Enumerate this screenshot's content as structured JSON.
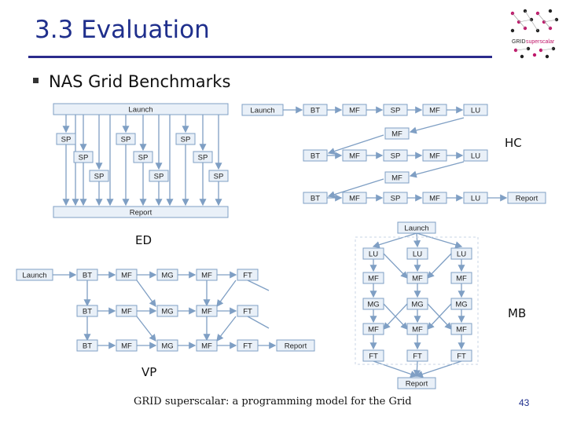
{
  "slide": {
    "title": "3.3 Evaluation",
    "bullet": "NAS Grid Benchmarks",
    "footer": "GRID superscalar: a programming model for the Grid",
    "page_number": "43"
  },
  "logo": {
    "text_a": "GRID",
    "text_b": "superscalar",
    "accent": "#c0186b"
  },
  "labels": {
    "hc": "HC",
    "ed": "ED",
    "mb": "MB",
    "vp": "VP"
  },
  "nodes": {
    "launch": "Launch",
    "report": "Report",
    "sp": "SP",
    "bt": "BT",
    "mf": "MF",
    "lu": "LU",
    "mg": "MG",
    "ft": "FT"
  },
  "colors": {
    "box_border": "#7f9fc4",
    "box_fill": "#e9f0f8",
    "arrow": "#7f9fc4",
    "title": "#1f2f8c"
  }
}
